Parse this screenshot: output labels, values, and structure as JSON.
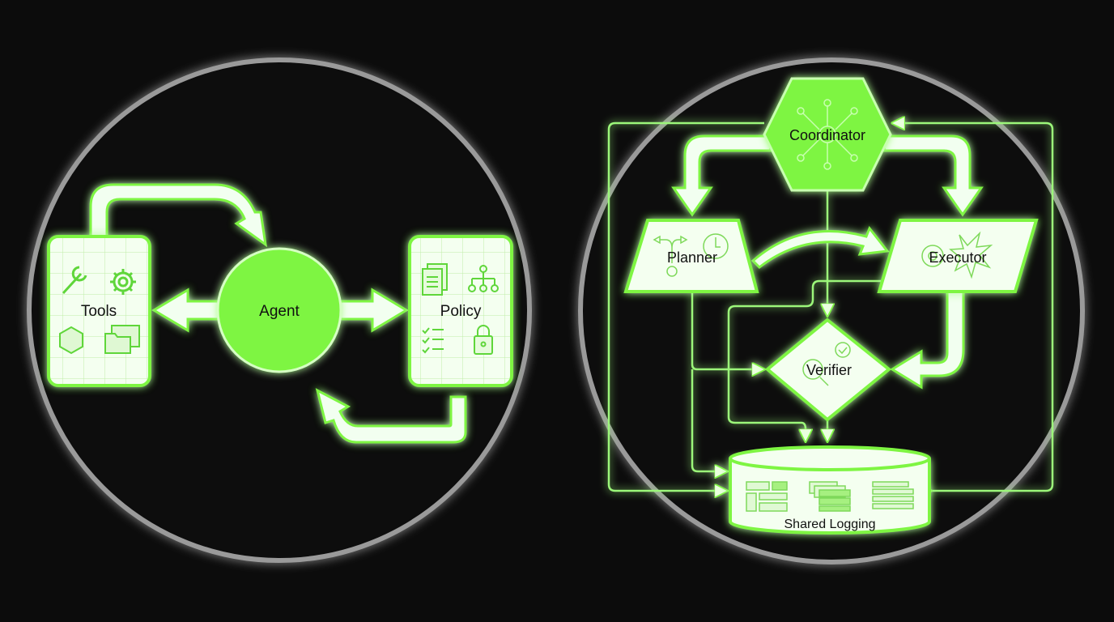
{
  "left_diagram": {
    "center": "Agent",
    "left_box": "Tools",
    "right_box": "Policy"
  },
  "right_diagram": {
    "top": "Coordinator",
    "left": "Planner",
    "right": "Executor",
    "middle": "Verifier",
    "bottom": "Shared Logging"
  },
  "colors": {
    "accent": "#7ef542",
    "fill": "#f4fff0",
    "bg": "#0c0c0c",
    "ring": "#8a8a8a"
  }
}
